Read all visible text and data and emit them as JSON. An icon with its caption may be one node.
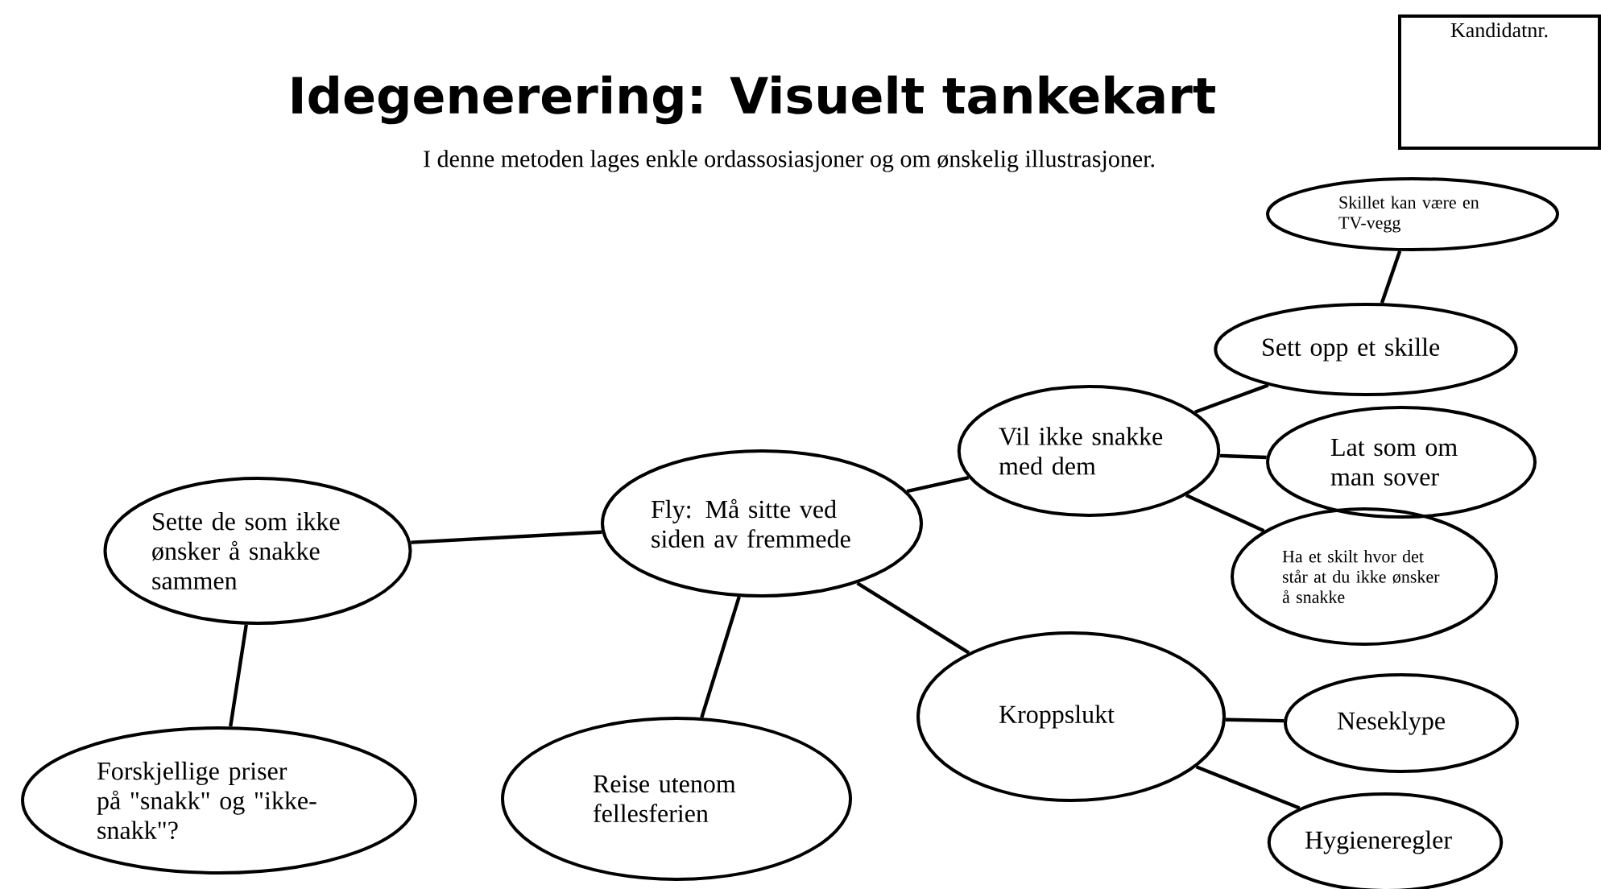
{
  "diagram": {
    "title": "Idegenerering: Visuelt tankekart",
    "caption": "I denne metoden lages enkle ordassosiasjoner og om ønskelig illustrasjoner.",
    "nodes": [
      {
        "text": [
          "Kandidatnr."
        ]
      },
      {
        "text": [
          "Fly: Må sitte ved siden av fremmede"
        ]
      },
      {
        "text": [
          "Vil ikke snakke med dem"
        ]
      },
      {
        "text": [
          "Skillet kan være en TV-vegg"
        ]
      },
      {
        "text": [
          "Sett opp et skille"
        ]
      },
      {
        "text": [
          "Lat som om man sover"
        ]
      },
      {
        "text": [
          "Ha et skilt hvor det står at du ikke ønsker å snakke"
        ]
      },
      {
        "text": [
          "Sette de som ikke ønsker å snakke sammen"
        ]
      },
      {
        "text": [
          "Forskjellige priser på \"snakk\" og \"ikke-snakk\"?"
        ]
      },
      {
        "text": [
          "Reise utenom fellesferien"
        ]
      },
      {
        "text": [
          "Kroppslukt"
        ]
      },
      {
        "text": [
          "Neseklype"
        ]
      },
      {
        "text": [
          "Hygieneregler"
        ]
      }
    ],
    "edges": [
      {
        "from": 1,
        "to": 2,
        "arrow": "none"
      },
      {
        "from": 2,
        "to": 4,
        "arrow": "none"
      },
      {
        "from": 4,
        "to": 3,
        "arrow": "none"
      },
      {
        "from": 2,
        "to": 5,
        "arrow": "none"
      },
      {
        "from": 2,
        "to": 6,
        "arrow": "none"
      },
      {
        "from": 1,
        "to": 7,
        "arrow": "none"
      },
      {
        "from": 7,
        "to": 8,
        "arrow": "none"
      },
      {
        "from": 1,
        "to": 9,
        "arrow": "none"
      },
      {
        "from": 1,
        "to": 10,
        "arrow": "none"
      },
      {
        "from": 10,
        "to": 11,
        "arrow": "none"
      },
      {
        "from": 10,
        "to": 12,
        "arrow": "none"
      }
    ]
  }
}
